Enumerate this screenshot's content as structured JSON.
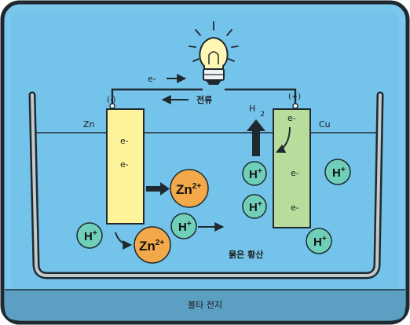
{
  "electron_top": "e-",
  "current_label": "전류",
  "zn_electrode": {
    "polarity": "(-)",
    "label": "Zn",
    "electron_1": "e-",
    "electron_2": "e-"
  },
  "cu_electrode": {
    "polarity": "(+)",
    "label": "Cu",
    "electron_1": "e-",
    "electron_2": "e-",
    "electron_3": "e-"
  },
  "h2_label": {
    "h": "H",
    "sub": "2"
  },
  "ions": {
    "zn2": "Zn",
    "zn2_charge": "2+",
    "h": "H",
    "h_charge": "+"
  },
  "electrolyte_label": "묽은 황산",
  "caption": "볼타 전지",
  "colors": {
    "frame": "#1f2a30",
    "background": "#7ac8ee",
    "footer": "#5b9fc2",
    "zn_plate": "#fdf39a",
    "cu_plate": "#b8dc9c",
    "zn_ion": "#f3a94a",
    "h_ion": "#6fcfb8",
    "beaker": "#c4c9cc"
  }
}
